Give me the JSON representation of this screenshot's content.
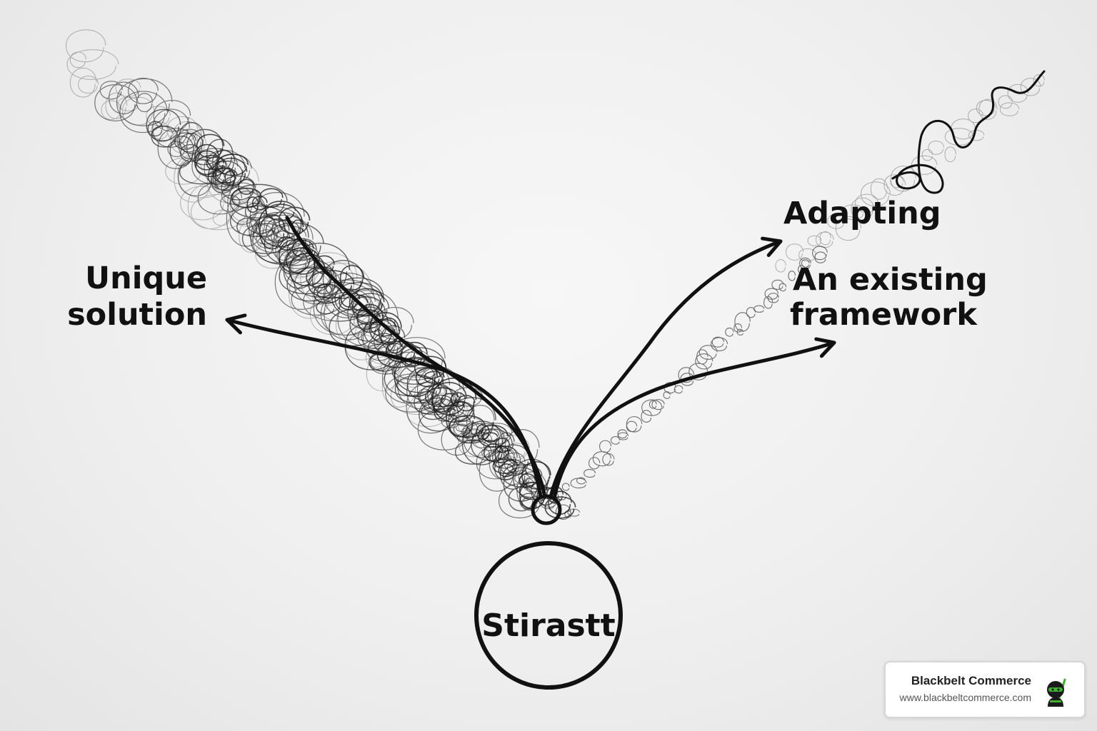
{
  "diagram": {
    "start_label": "Stirastt",
    "left_branch_label": [
      "Unique",
      "solution"
    ],
    "upper_right_label": "Adapting",
    "lower_right_label": [
      "An existing",
      "framework"
    ]
  },
  "badge": {
    "brand": "Blackbelt Commerce",
    "url": "www.blackbeltcommerce.com",
    "logo_icon": "ninja-mascot-icon",
    "accent_color": "#3fb02f"
  }
}
